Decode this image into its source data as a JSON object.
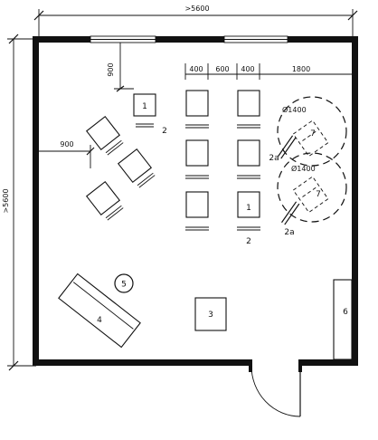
{
  "dimensions": {
    "top_width": ">5600",
    "left_height": ">5600",
    "window_offset": "900",
    "wall_offset": "900",
    "col_a": "400",
    "col_b": "600",
    "col_c": "400",
    "col_d": "1800",
    "circle_upper": "Ø1400",
    "circle_lower": "Ø1400"
  },
  "labels": {
    "desk_top_left": "1",
    "chair_top_left": "2",
    "desk_grid": "1",
    "chair_grid": "2",
    "table_4": "4",
    "circle_5": "5",
    "table_3": "3",
    "cabinet_6": "6",
    "chair_2a_upper": "2a",
    "chair_2a_lower": "2a",
    "circle_7_upper": "7",
    "circle_7_lower": "7"
  }
}
